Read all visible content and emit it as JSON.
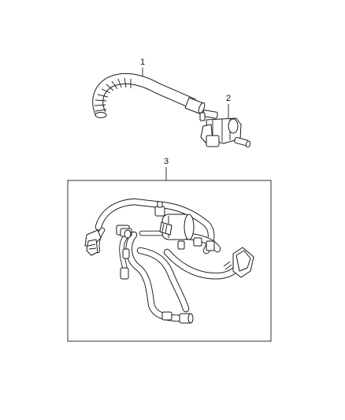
{
  "callouts": [
    {
      "number": "1",
      "part": "vent-hose"
    },
    {
      "number": "2",
      "part": "purge-valve"
    },
    {
      "number": "3",
      "part": "hose-harness-assembly"
    }
  ]
}
